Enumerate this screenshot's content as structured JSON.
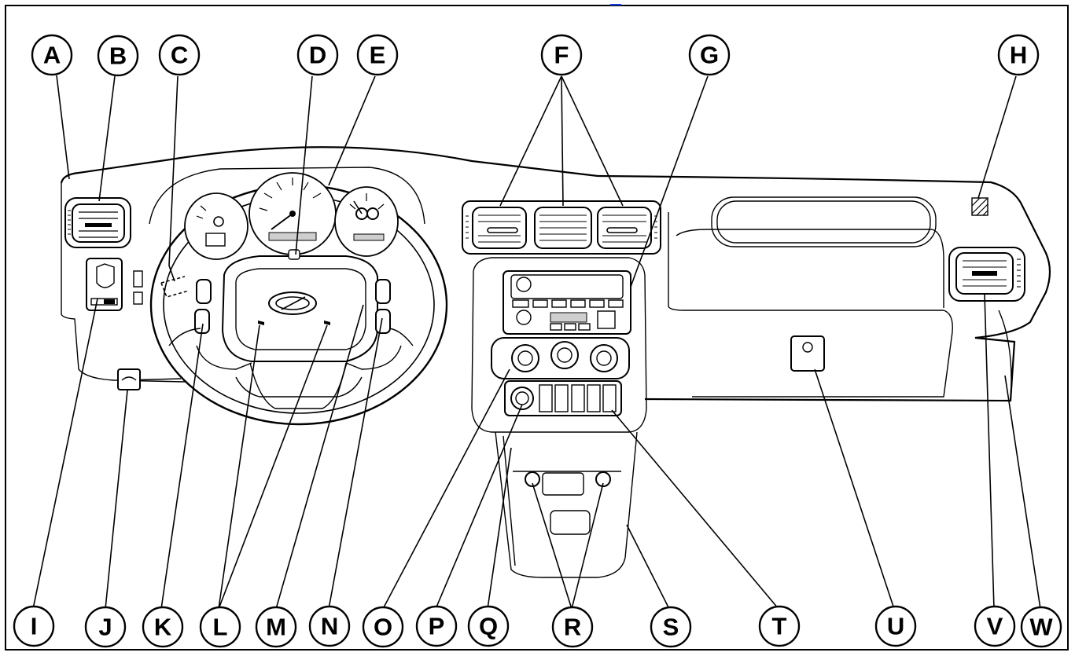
{
  "callouts": [
    {
      "id": "A",
      "label": "A"
    },
    {
      "id": "B",
      "label": "B"
    },
    {
      "id": "C",
      "label": "C"
    },
    {
      "id": "D",
      "label": "D"
    },
    {
      "id": "E",
      "label": "E"
    },
    {
      "id": "F",
      "label": "F"
    },
    {
      "id": "G",
      "label": "G"
    },
    {
      "id": "H",
      "label": "H"
    },
    {
      "id": "I",
      "label": "I"
    },
    {
      "id": "J",
      "label": "J"
    },
    {
      "id": "K",
      "label": "K"
    },
    {
      "id": "L",
      "label": "L"
    },
    {
      "id": "M",
      "label": "M"
    },
    {
      "id": "N",
      "label": "N"
    },
    {
      "id": "O",
      "label": "O"
    },
    {
      "id": "P",
      "label": "P"
    },
    {
      "id": "Q",
      "label": "Q"
    },
    {
      "id": "R",
      "label": "R"
    },
    {
      "id": "S",
      "label": "S"
    },
    {
      "id": "T",
      "label": "T"
    },
    {
      "id": "U",
      "label": "U"
    },
    {
      "id": "V",
      "label": "V"
    },
    {
      "id": "W",
      "label": "W"
    }
  ]
}
